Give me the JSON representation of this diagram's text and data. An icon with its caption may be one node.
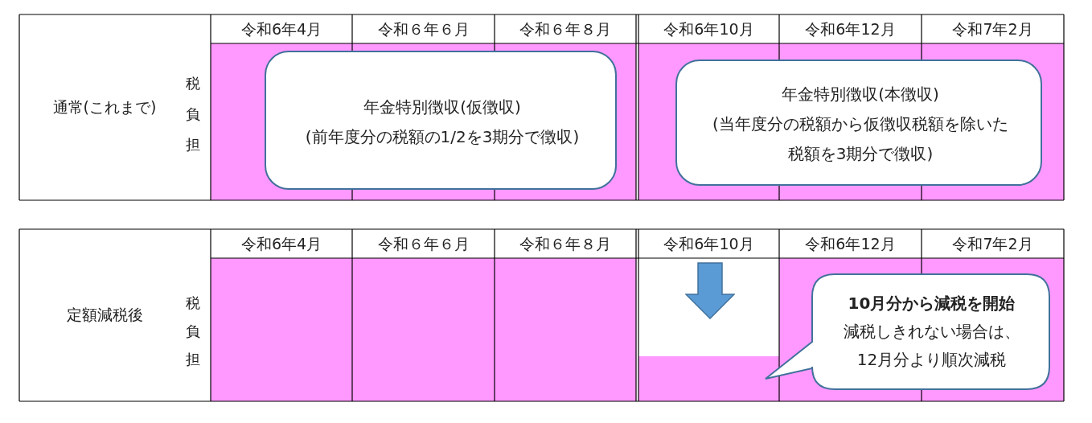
{
  "diagram": {
    "nodes": [
      {
        "text": [
          "年金特別徴収(仮徴収)",
          "(前年度分の税額の1/2を3期分で徴収)"
        ]
      },
      {
        "text": [
          "年金特別徴収(本徴収)",
          "(当年度分の税額から仮徴収税額を除いた税額を3期分で徴収)"
        ]
      },
      {
        "text": [
          "10月分から減税を開始",
          "減税しきれない場合は、12月分より順次減税"
        ]
      }
    ],
    "labels": [
      "通常(これまで)",
      "税負担",
      "令和6年4月",
      "令和６年６月",
      "令和６年８月",
      "令和6年10月",
      "令和6年12月",
      "令和7年2月",
      "定額減税後",
      "税負担",
      "令和6年4月",
      "令和６年６月",
      "令和６年８月",
      "令和6年10月",
      "令和6年12月",
      "令和7年2月"
    ]
  }
}
